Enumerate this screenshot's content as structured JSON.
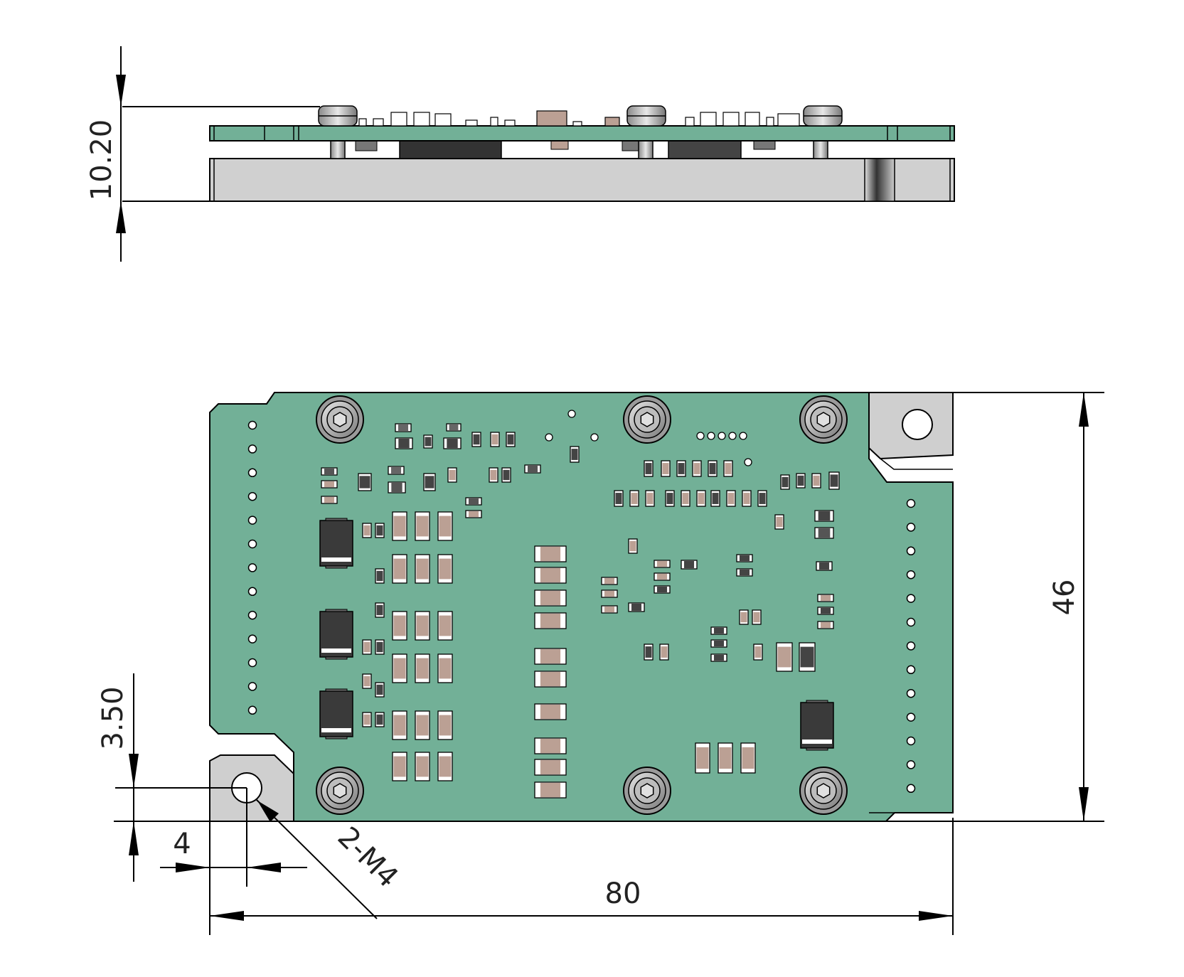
{
  "colors": {
    "pcb": "#72b097",
    "pcb_edge": "#2a5a43",
    "metal": "#cfcfcf",
    "metal_dark": "#9c9c9c",
    "resistor": "#bba094",
    "ic_body": "#333333",
    "ink": "#000000"
  },
  "side_view": {
    "dimension_height": "10.20"
  },
  "top_view": {
    "dimension_width": "80",
    "dimension_height": "46",
    "dimension_hole_offset_y": "3.50",
    "dimension_hole_offset_x": "4",
    "hole_callout": "2-M4"
  }
}
